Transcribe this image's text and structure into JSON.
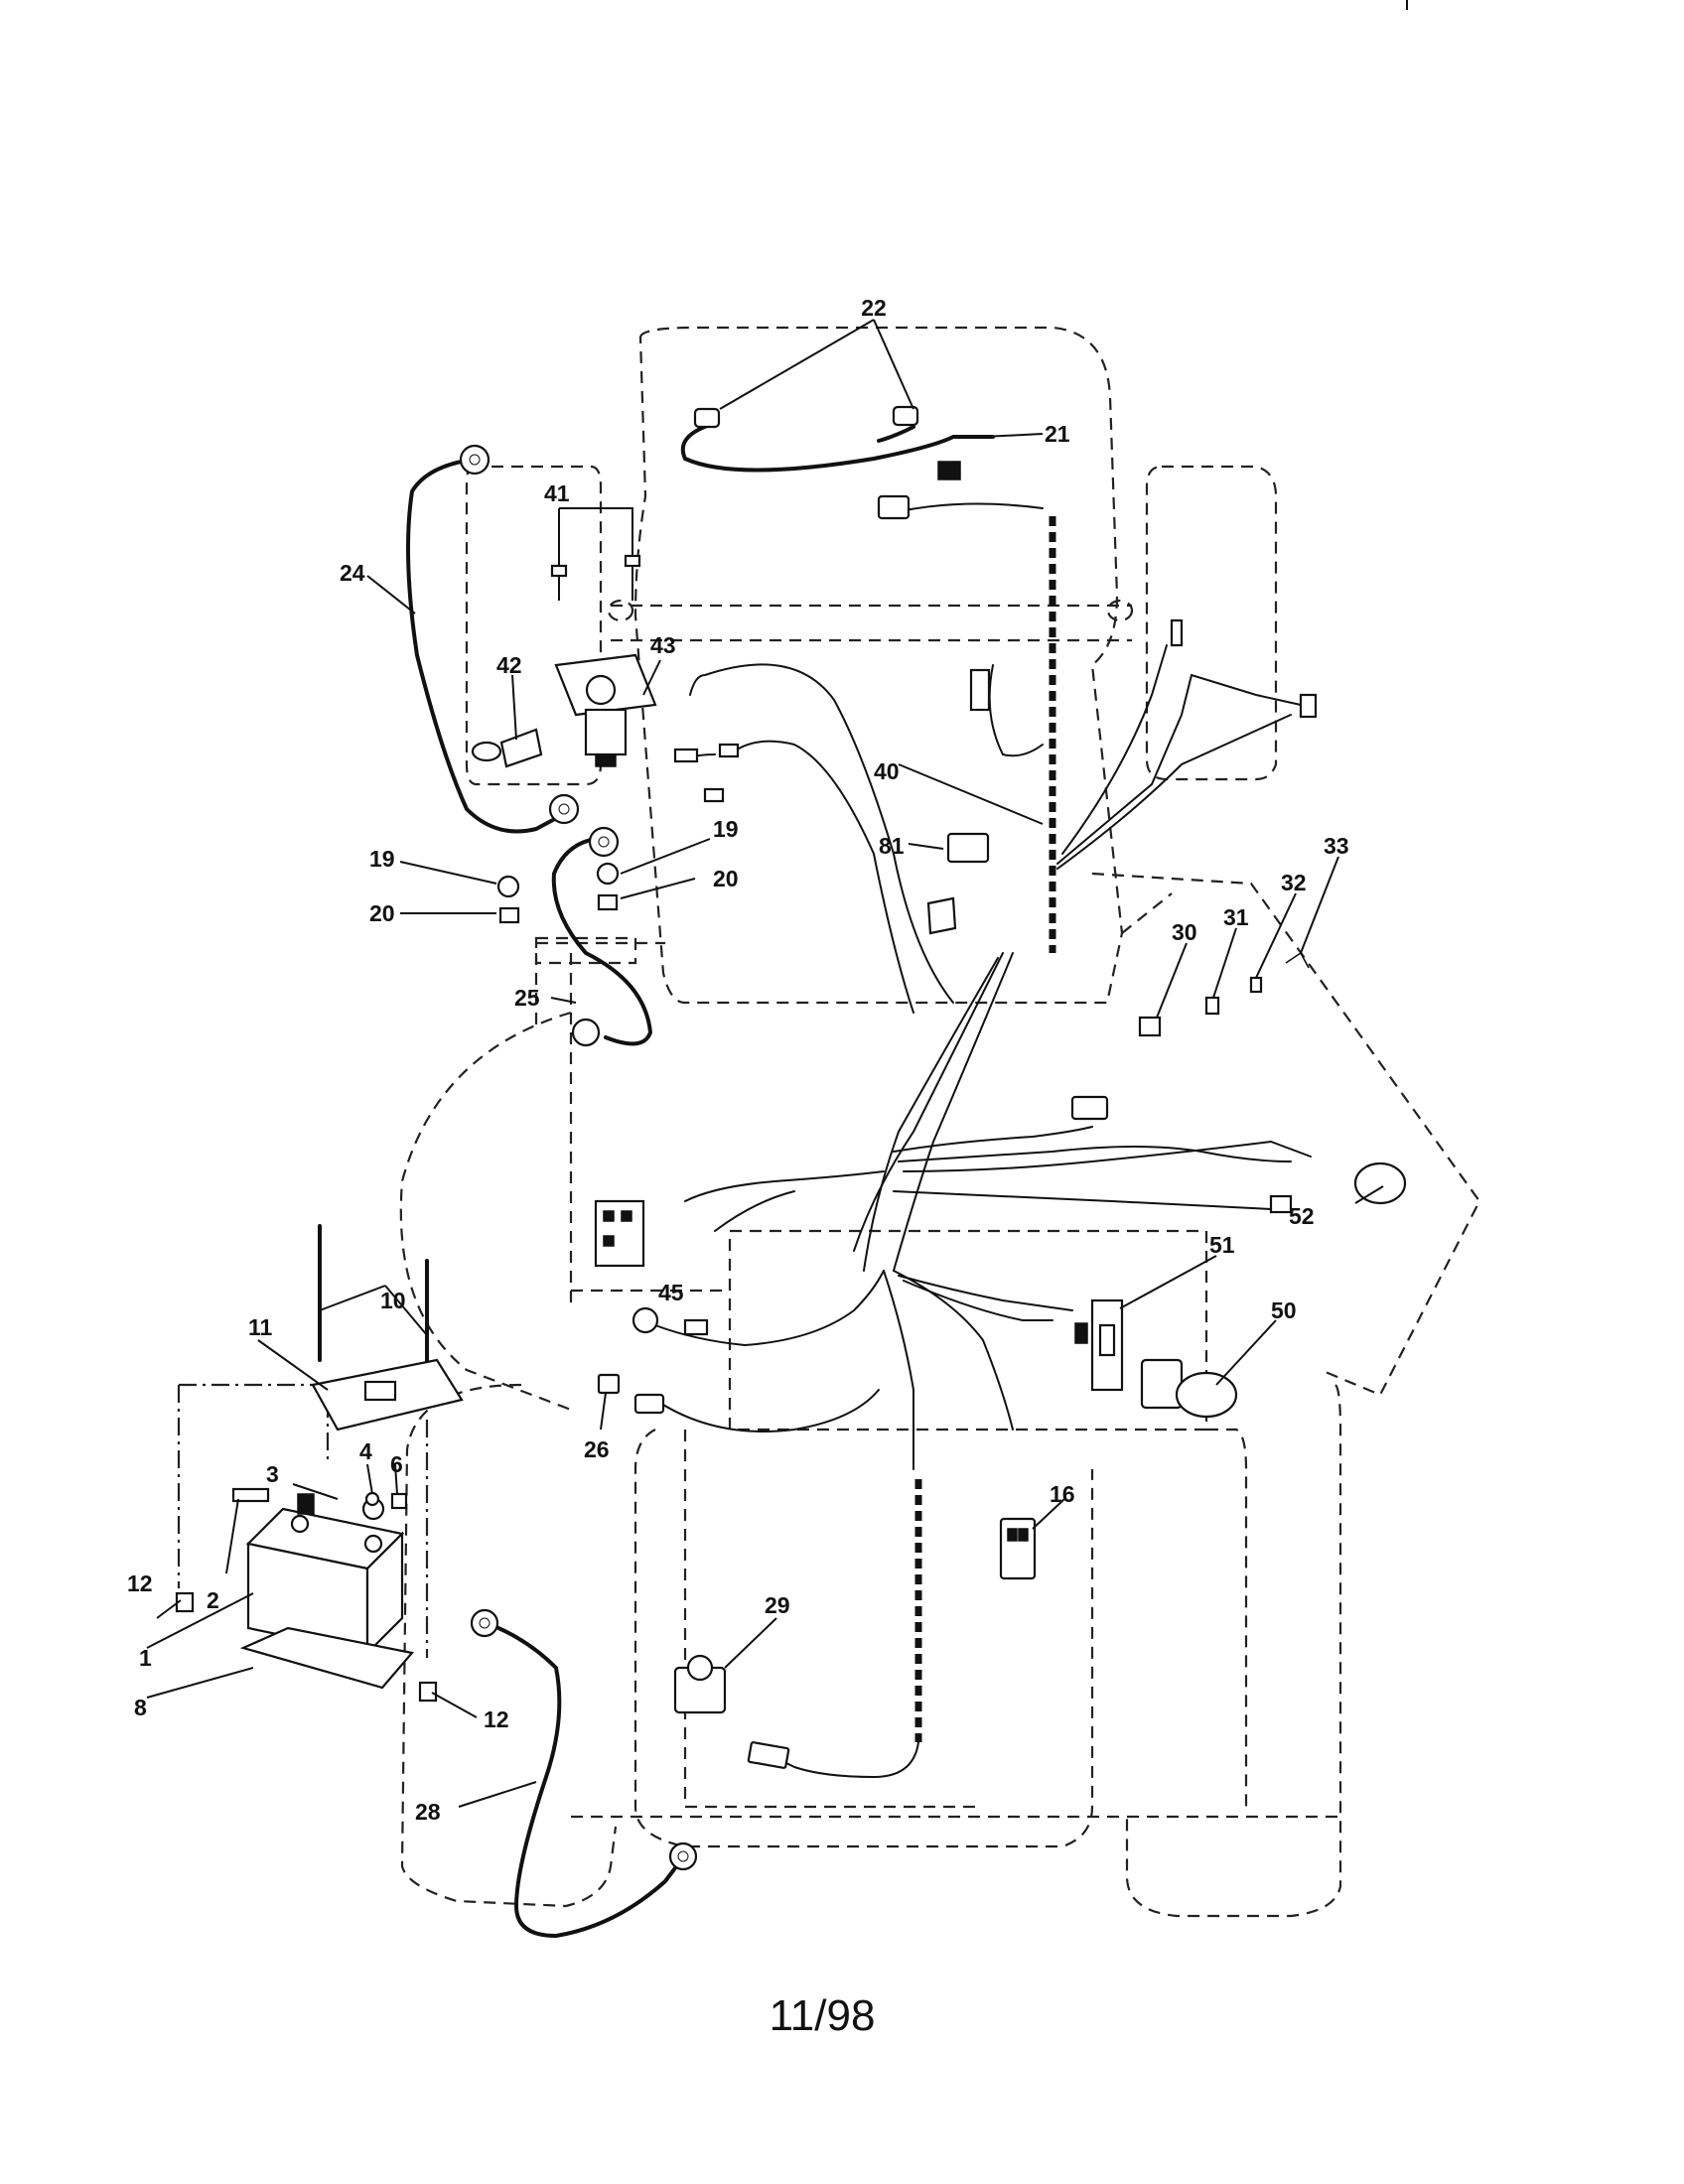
{
  "footer": {
    "date_code": "11/98"
  },
  "callouts": {
    "c1": "1",
    "c2": "2",
    "c3": "3",
    "c4": "4",
    "c6": "6",
    "c8": "8",
    "c10": "10",
    "c11": "11",
    "c12a": "12",
    "c12b": "12",
    "c16": "16",
    "c19a": "19",
    "c19b": "19",
    "c20a": "20",
    "c20b": "20",
    "c21": "21",
    "c22": "22",
    "c24": "24",
    "c25": "25",
    "c26": "26",
    "c28": "28",
    "c29": "29",
    "c30": "30",
    "c31": "31",
    "c32": "32",
    "c33": "33",
    "c40": "40",
    "c41": "41",
    "c42": "42",
    "c43": "43",
    "c45": "45",
    "c50": "50",
    "c51": "51",
    "c52": "52",
    "c81": "81"
  }
}
